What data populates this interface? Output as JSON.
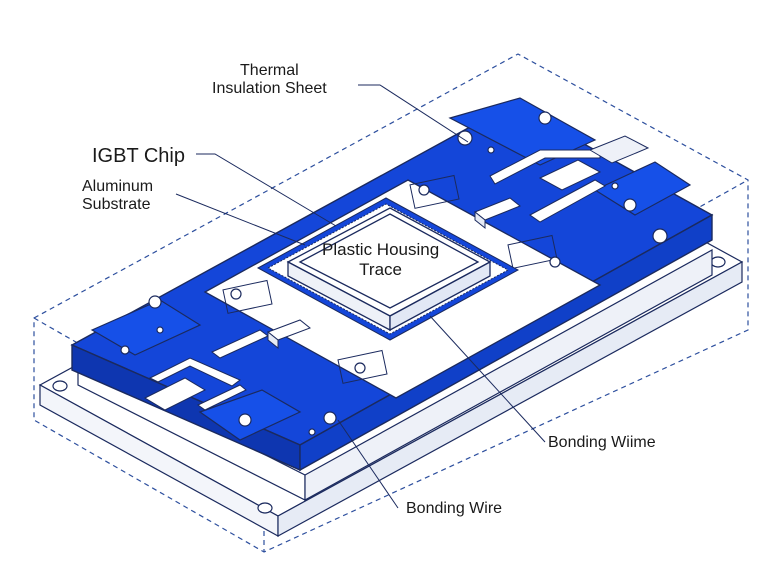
{
  "colors": {
    "base_blue": "#1446d9",
    "line_dark": "#1b2a5e",
    "dash": "#2d4f9e",
    "background": "#ffffff"
  },
  "labels": {
    "thermal_line1": "Thermal",
    "thermal_line2": "Insulation Sheet",
    "igbt_chip": "IGBT Chip",
    "aluminum_line1": "Aluminum",
    "aluminum_line2": "Substrate",
    "housing_line1": "Plastic Housing",
    "housing_line2": "Trace",
    "bonding_wire_right": "Bonding Wiime",
    "bonding_wire_bottom": "Bonding Wire"
  }
}
